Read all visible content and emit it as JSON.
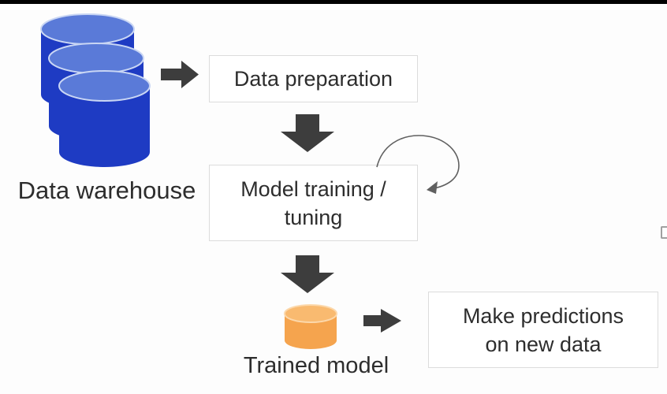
{
  "colors": {
    "top_bar": "#000000",
    "text": "#2d2d2d",
    "arrow_dark": "#3d3d3d",
    "loop_arrow": "#606060",
    "box_bg": "#ffffff",
    "box_border": "#dcdcdc",
    "cylinder_blue_body": "#1e3bc3",
    "cylinder_blue_top": "#5a7ad8",
    "cylinder_blue_rim": "#c9d6f4",
    "cylinder_orange_body": "#f5a44e",
    "cylinder_orange_top": "#f9ba70",
    "cylinder_orange_rim": "#fcd8ab"
  },
  "diagram": {
    "data_warehouse": {
      "label": "Data warehouse",
      "icon": "database-stack"
    },
    "data_preparation": {
      "label": "Data preparation"
    },
    "model_training": {
      "line1": "Model training /",
      "line2": "tuning"
    },
    "trained_model": {
      "label": "Trained model",
      "icon": "database"
    },
    "make_predictions": {
      "line1": "Make predictions",
      "line2": "on new data"
    }
  },
  "edges": [
    {
      "from": "data-warehouse",
      "to": "data-preparation",
      "style": "block-arrow-right"
    },
    {
      "from": "data-preparation",
      "to": "model-training-tuning",
      "style": "block-arrow-down"
    },
    {
      "from": "model-training-tuning",
      "to": "model-training-tuning",
      "style": "thin-curved-self-loop"
    },
    {
      "from": "model-training-tuning",
      "to": "trained-model",
      "style": "block-arrow-down"
    },
    {
      "from": "trained-model",
      "to": "make-predictions",
      "style": "block-arrow-right"
    }
  ]
}
